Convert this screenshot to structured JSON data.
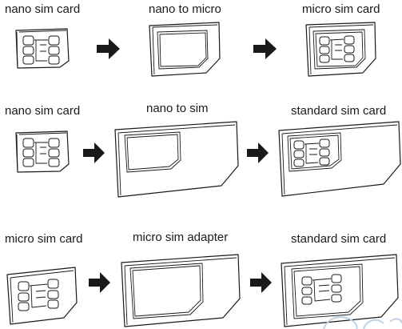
{
  "rows": [
    {
      "labels": [
        "nano sim card",
        "nano to micro",
        "micro sim card"
      ]
    },
    {
      "labels": [
        "nano sim card",
        "nano to sim",
        "standard sim card"
      ]
    },
    {
      "labels": [
        "micro sim card",
        "micro sim adapter",
        "standard sim card"
      ]
    }
  ],
  "icons": [
    "nano-sim-card-icon",
    "arrow-right-icon",
    "sim-adapter-icon",
    "sim-chip-icon"
  ],
  "colors": {
    "line": "#1a1a1a",
    "background": "#ffffff",
    "watermark": "#bcd3e6"
  }
}
